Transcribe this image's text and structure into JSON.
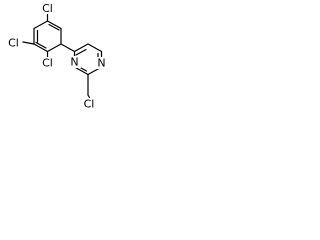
{
  "molecule": {
    "atoms": {
      "cl_top": "Cl",
      "cl_left": "Cl",
      "cl_ortho": "Cl",
      "n_top": "N",
      "n_right": "N",
      "cl_bottom": "Cl"
    }
  }
}
